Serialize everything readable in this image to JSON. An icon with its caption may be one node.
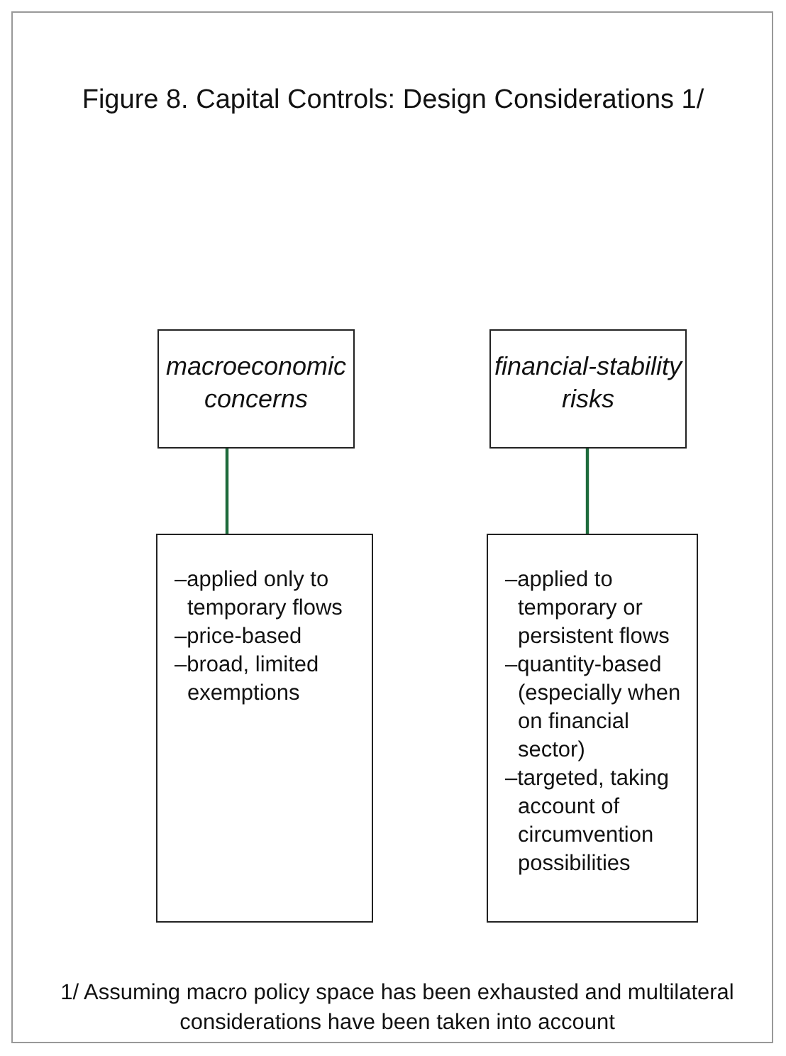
{
  "diagram": {
    "title": "Figure 8. Capital Controls: Design Considerations  1/",
    "caption": "1/ Assuming macro policy space has been exhausted and multilateral considerations have been taken into account",
    "nodes": [
      {
        "text": [
          "macroeconomic concerns"
        ]
      },
      {
        "text": [
          "financial-stability risks"
        ]
      },
      {
        "text": [
          "–applied only to temporary flows",
          "–price-based",
          "–broad, limited exemptions"
        ]
      },
      {
        "text": [
          "–applied to temporary or persistent flows",
          "–quantity-based (especially when on financial sector)",
          "–targeted, taking account of circumvention possibilities"
        ]
      }
    ],
    "edges": [
      {
        "from": 0,
        "to": 2,
        "arrow": "none"
      },
      {
        "from": 1,
        "to": 3,
        "arrow": "none"
      }
    ]
  }
}
